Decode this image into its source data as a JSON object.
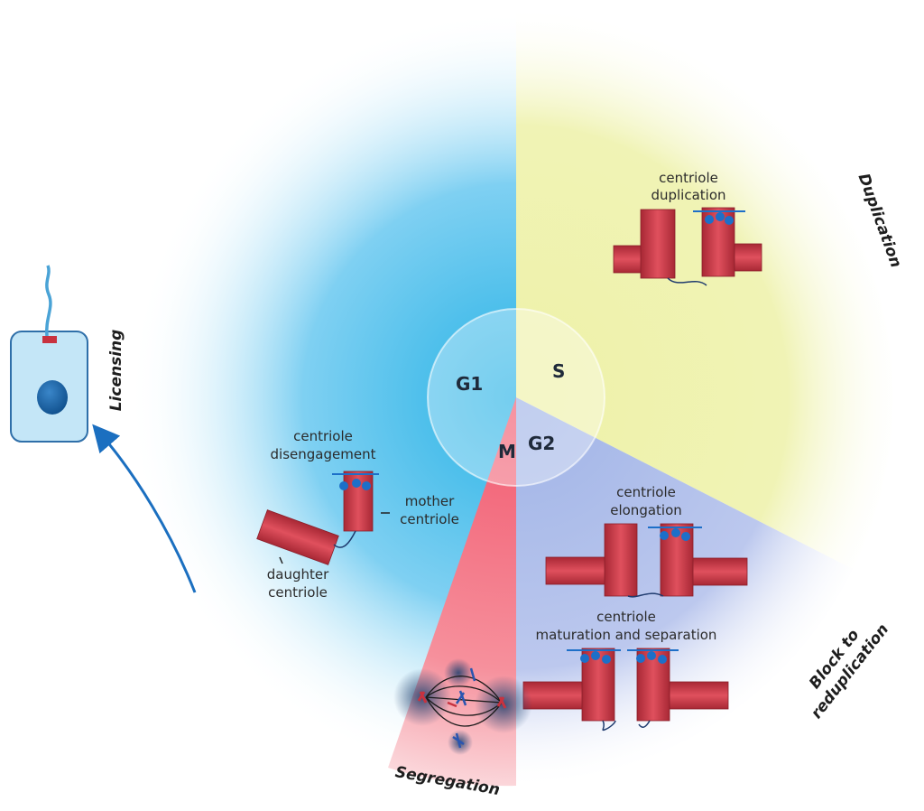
{
  "phases": {
    "g1": "G1",
    "s": "S",
    "g2": "G2",
    "m": "M"
  },
  "stages": {
    "licensing": "Licensing",
    "duplication": "Duplication",
    "block_line1": "Block to",
    "block_line2": "reduplication",
    "segregation": "Segregation"
  },
  "labels": {
    "duplication_line1": "centriole",
    "duplication_line2": "duplication",
    "disengagement_line1": "centriole",
    "disengagement_line2": "disengagement",
    "mother_line1": "mother",
    "mother_line2": "centriole",
    "daughter_line1": "daughter",
    "daughter_line2": "centriole",
    "elongation_line1": "centriole",
    "elongation_line2": "elongation",
    "maturation_line1": "centriole",
    "maturation_line2": "maturation and separation"
  },
  "colors": {
    "g1": "#29b3e6",
    "s": "#eef2a8",
    "g2": "#b5c3ea",
    "m": "#f1586e",
    "centriole": "#d63f4c",
    "protein": "#1d6fc8",
    "arrow": "#1b6fc0"
  }
}
